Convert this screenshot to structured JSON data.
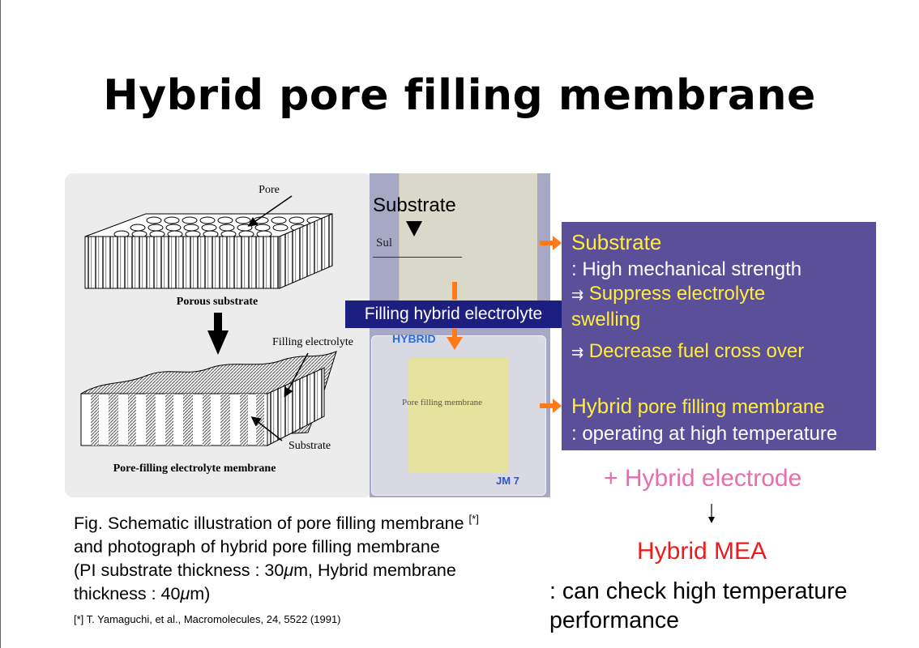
{
  "slide": {
    "title": "Hybrid pore filling membrane"
  },
  "schematic": {
    "pore_label": "Pore",
    "porous_substrate_label": "Porous substrate",
    "filling_electrolyte_label": "Filling electrolyte",
    "substrate_label": "Substrate",
    "membrane_label": "Pore-filling electrolyte membrane"
  },
  "photo": {
    "substrate_label": "Substrate",
    "sheet_text": "Sul",
    "hybrid_marker": "HYBRID",
    "membrane_text": "Pore filling membrane",
    "corner_marker": "JM 7"
  },
  "filling_box": {
    "label": "Filling hybrid electrolyte"
  },
  "info_box": {
    "substrate_heading": "Substrate",
    "substrate_property": ": High mechanical strength",
    "effect1_arrow": "⇉",
    "effect1_line1": "Suppress electrolyte",
    "effect1_line2": "swelling",
    "effect2_arrow": "⇉",
    "effect2": "Decrease fuel cross over",
    "hybrid_heading_big": "Hybrid",
    "hybrid_heading_rest": " pore filling membrane",
    "hybrid_property": ": operating at high temperature"
  },
  "right_column": {
    "hybrid_electrode": "+ Hybrid electrode",
    "hybrid_mea": "Hybrid MEA",
    "check_line1": ": can check high temperature",
    "check_line2": "performance"
  },
  "caption": {
    "line1": "Fig. Schematic illustration of pore filling membrane ",
    "line1_ref": "[*]",
    "line2": "and photograph   of hybrid pore filling membrane",
    "line3": "(PI substrate thickness : 30",
    "line3_unit": "m, Hybrid membrane",
    "line4": "thickness  : 40",
    "line4_unit": "m)",
    "mu": "μ"
  },
  "reference": {
    "text": "[*] T. Yamaguchi, et al., Macromolecules, 24, 5522 (1991)"
  },
  "colors": {
    "info_box_bg": "#5b4f9a",
    "filling_box_bg": "#1c1f7f",
    "accent_orange": "#ff7a1a",
    "accent_yellow": "#ffee3a",
    "electrode_pink": "#e86cae",
    "mea_red": "#ee1b1b"
  }
}
